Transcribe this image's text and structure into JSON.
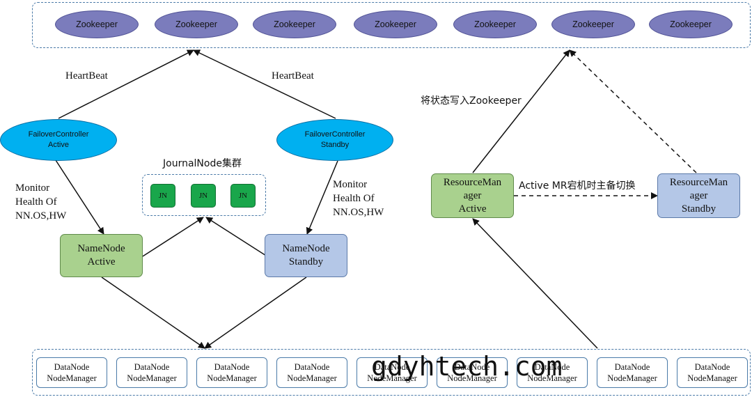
{
  "zookeepers": [
    "Zookeeper",
    "Zookeeper",
    "Zookeeper",
    "Zookeeper",
    "Zookeeper",
    "Zookeeper",
    "Zookeeper"
  ],
  "heartbeat_left": "HeartBeat",
  "heartbeat_right": "HeartBeat",
  "failover_active": {
    "line1": "FailoverController",
    "line2": "Active"
  },
  "failover_standby": {
    "line1": "FailoverController",
    "line2": "Standby"
  },
  "journal_cluster": {
    "title": "JournalNode集群",
    "nodes": [
      "JN",
      "JN",
      "JN"
    ]
  },
  "monitor_left": [
    "Monitor",
    "Health Of",
    "NN.OS,HW"
  ],
  "monitor_right": [
    "Monitor",
    "Health Of",
    "NN.OS,HW"
  ],
  "namenode_active": {
    "line1": "NameNode",
    "line2": "Active"
  },
  "namenode_standby": {
    "line1": "NameNode",
    "line2": "Standby"
  },
  "rm_active": {
    "line1": "ResourceMan",
    "line2": "ager",
    "line3": "Active"
  },
  "rm_standby": {
    "line1": "ResourceMan",
    "line2": "ager",
    "line3": "Standby"
  },
  "write_state_label": "将状态写入Zookeeper",
  "switch_label": "Active MR宕机时主备切换",
  "datanodes": [
    {
      "line1": "DataNode",
      "line2": "NodeManager"
    },
    {
      "line1": "DataNode",
      "line2": "NodeManager"
    },
    {
      "line1": "DataNode",
      "line2": "NodeManager"
    },
    {
      "line1": "DataNode",
      "line2": "NodeManager"
    },
    {
      "line1": "DataNode",
      "line2": "NodeManager"
    },
    {
      "line1": "DataNode",
      "line2": "NodeManager"
    },
    {
      "line1": "DataNode",
      "line2": "NodeManager"
    },
    {
      "line1": "DataNode",
      "line2": "NodeManager"
    },
    {
      "line1": "DataNode",
      "line2": "NodeManager"
    }
  ],
  "watermark": "gdyhtech.com"
}
